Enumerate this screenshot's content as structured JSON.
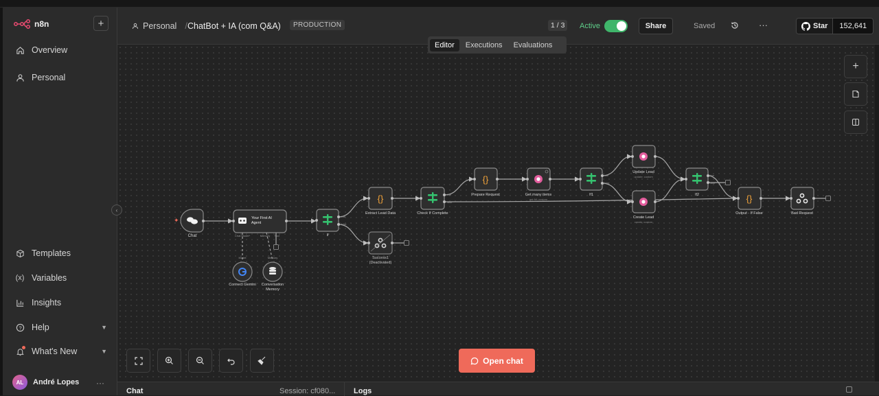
{
  "app": {
    "name": "n8n"
  },
  "sidebar": {
    "top_items": [
      {
        "label": "Overview"
      },
      {
        "label": "Personal"
      }
    ],
    "bottom_items": [
      {
        "label": "Templates"
      },
      {
        "label": "Variables"
      },
      {
        "label": "Insights"
      },
      {
        "label": "Help"
      },
      {
        "label": "What's New"
      }
    ],
    "user": {
      "initials": "AL",
      "name": "André Lopes"
    }
  },
  "header": {
    "project": "Personal",
    "workflow_name": "ChatBot + IA (com Q&A)",
    "tag": "PRODUCTION",
    "counter": "1 / 3",
    "active_label": "Active",
    "active": true,
    "share_label": "Share",
    "saved_label": "Saved",
    "github": {
      "star_label": "Star",
      "count": "152,641"
    }
  },
  "tabs": [
    {
      "label": "Editor",
      "active": true
    },
    {
      "label": "Executions",
      "active": false
    },
    {
      "label": "Evaluations",
      "active": false
    }
  ],
  "canvas": {
    "nodes": {
      "chat": "Chat",
      "agent_line1": "Your First AI",
      "agent_line2": "Agent",
      "agent_port_model": "Chat Model*",
      "agent_port_memory": "Memory",
      "agent_port_tool": "Tool",
      "if": "If",
      "if_true": "true",
      "if_false": "false",
      "extract": "Extract Lead Data",
      "check": "Check If Complete",
      "prepare": "Prepare Request",
      "getmany": "Get many items",
      "getmany_sub": "get All: custom",
      "if1": "If1",
      "update": "Update Lead",
      "update_sub": "update: custom",
      "create": "Create Lead",
      "create_sub": "create: custom",
      "if2": "If2",
      "output": "Output - If False",
      "bad": "Bad Request",
      "success_line1": "Success1",
      "success_line2": "(Deactivated)",
      "gemini": "Connect Gemini",
      "memory_line1": "Conversation",
      "memory_line2": "Memory",
      "sub_model_label": "Model",
      "sub_memory_label": "Memory"
    },
    "open_chat_label": "Open chat"
  },
  "bottom_panel": {
    "chat_label": "Chat",
    "session_label": "Session: cf080...",
    "logs_label": "Logs"
  },
  "colors": {
    "accent": "#ef6a5a",
    "active_green": "#3fb56a",
    "code_orange": "#f3a43a",
    "if_green": "#35c26f",
    "db_pink": "#e35d9d"
  }
}
